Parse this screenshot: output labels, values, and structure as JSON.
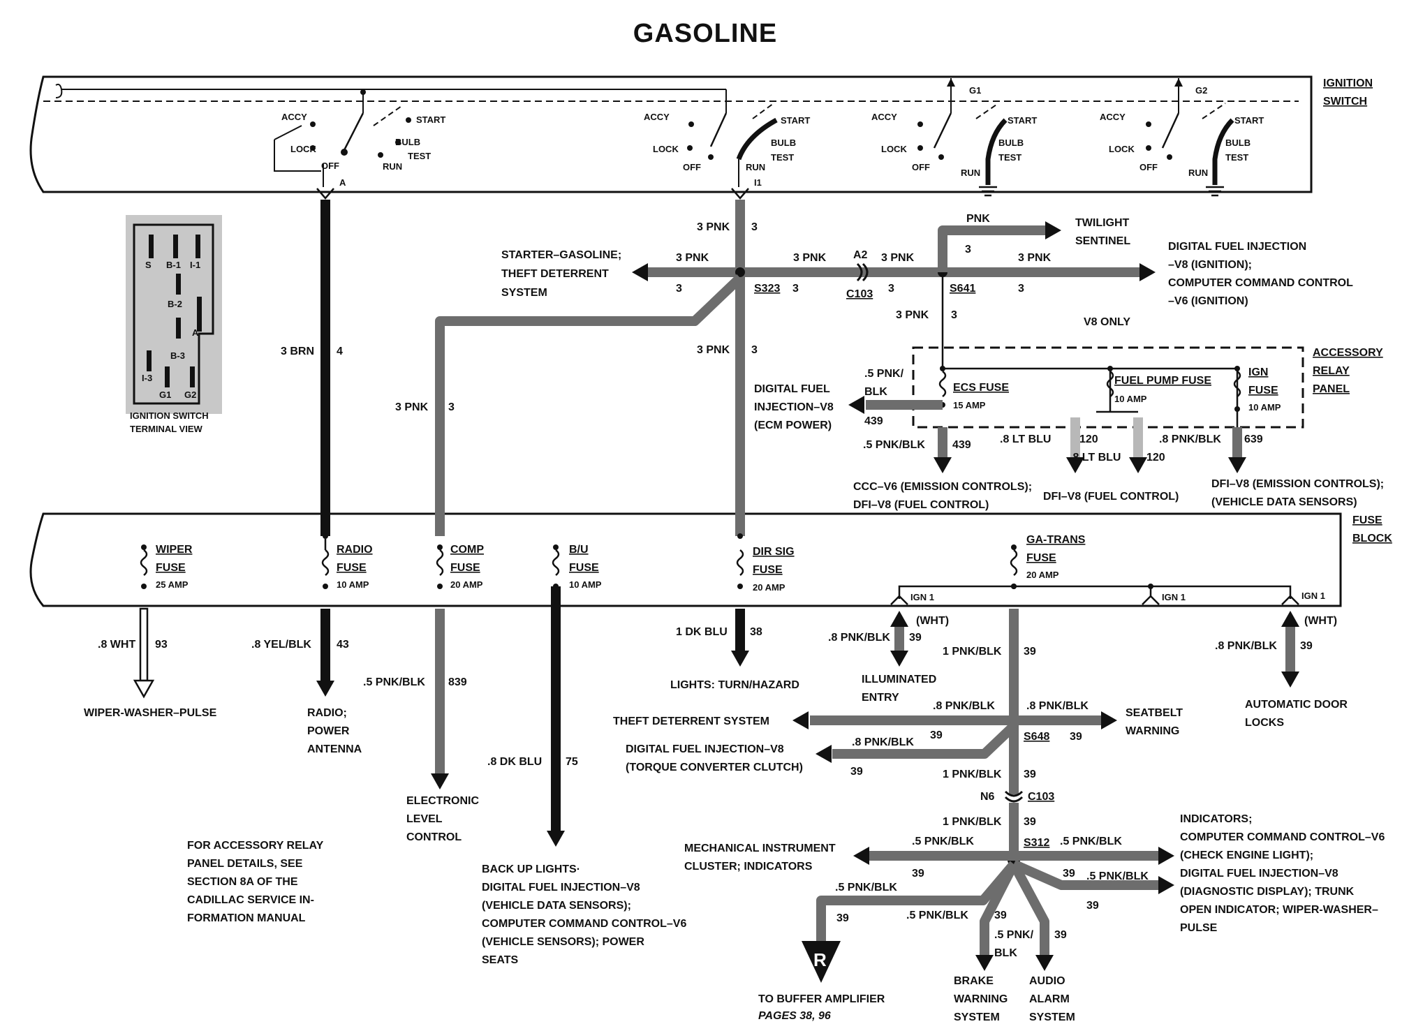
{
  "title": "GASOLINE",
  "ignition_switch": {
    "label_1": "IGNITION",
    "label_2": "SWITCH",
    "positions": {
      "accy": "ACCY",
      "lock": "LOCK",
      "off": "OFF",
      "run": "RUN",
      "start": "START",
      "bulb": "BULB",
      "test": "TEST"
    },
    "terminals": {
      "a": "A",
      "i1": "I1",
      "g1": "G1",
      "g2": "G2"
    }
  },
  "terminal_view": {
    "caption_1": "IGNITION SWITCH",
    "caption_2": "TERMINAL VIEW",
    "pins": [
      "S",
      "B-1",
      "I-1",
      "B-2",
      "A",
      "B-3",
      "I-3",
      "G1",
      "G2"
    ]
  },
  "accessory_relay_panel": {
    "label_1": "ACCESSORY",
    "label_2": "RELAY",
    "label_3": "PANEL",
    "v8_only": "V8 ONLY",
    "fuses": [
      {
        "name_1": "ECS FUSE",
        "rating": "15 AMP"
      },
      {
        "name_1": "FUEL PUMP FUSE",
        "rating": "10 AMP"
      },
      {
        "name_1": "IGN",
        "name_2": "FUSE",
        "rating": "10 AMP"
      }
    ]
  },
  "fuse_block": {
    "label_1": "FUSE",
    "label_2": "BLOCK",
    "fuses": [
      {
        "name_1": "WIPER",
        "name_2": "FUSE",
        "rating": "25 AMP"
      },
      {
        "name_1": "RADIO",
        "name_2": "FUSE",
        "rating": "10 AMP"
      },
      {
        "name_1": "COMP",
        "name_2": "FUSE",
        "rating": "20 AMP"
      },
      {
        "name_1": "B/U",
        "name_2": "FUSE",
        "rating": "10 AMP"
      },
      {
        "name_1": "DIR SIG",
        "name_2": "FUSE",
        "rating": "20 AMP"
      },
      {
        "name_1": "GA-TRANS",
        "name_2": "FUSE",
        "rating": "20 AMP"
      }
    ],
    "ign1": "IGN 1"
  },
  "splices": {
    "s323": "S323",
    "s641": "S641",
    "s648": "S648",
    "s312": "S312",
    "c103": "C103",
    "a2": "A2",
    "n6": "N6"
  },
  "wires": {
    "brn": "3 BRN",
    "brn_num": "4",
    "pnk": "3 PNK",
    "pnk_only": "PNK",
    "num3": "3",
    "pnk_blk_slash": ".5 PNK/",
    "blk": "BLK",
    "pnk_blk_5": ".5 PNK/BLK",
    "n439": "439",
    "lt_blu": ".8 LT BLU",
    "n120": "120",
    "pnk_blk_8": ".8 PNK/BLK",
    "n639": "639",
    "wht": ".8 WHT",
    "n93": "93",
    "yel_blk": ".8 YEL/BLK",
    "n43": "43",
    "n839": "839",
    "dk_blu_1": "1 DK BLU",
    "n38": "38",
    "dk_blu_8": ".8 DK BLU",
    "n75": "75",
    "pnk_blk_1": "1 PNK/BLK",
    "n39": "39",
    "wht_paren": "(WHT)"
  },
  "destinations": {
    "starter_1": "STARTER–GASOLINE;",
    "starter_2": "THEFT DETERRENT",
    "starter_3": "SYSTEM",
    "twilight_1": "TWILIGHT",
    "twilight_2": "SENTINEL",
    "dfi_ign_1": "DIGITAL FUEL INJECTION",
    "dfi_ign_2": "–V8 (IGNITION);",
    "dfi_ign_3": "COMPUTER COMMAND CONTROL",
    "dfi_ign_4": "–V6 (IGNITION)",
    "ecm_1": "DIGITAL FUEL",
    "ecm_2": "INJECTION–V8",
    "ecm_3": "(ECM POWER)",
    "ccc_1": "CCC–V6 (EMISSION CONTROLS);",
    "ccc_2": "DFI–V8 (FUEL CONTROL)",
    "dfi_fuel": "DFI–V8 (FUEL CONTROL)",
    "dfi_emis_1": "DFI–V8 (EMISSION CONTROLS);",
    "dfi_emis_2": "(VEHICLE DATA SENSORS)",
    "wiper": "WIPER-WASHER–PULSE",
    "radio_1": "RADIO;",
    "radio_2": "POWER",
    "radio_3": "ANTENNA",
    "elc_1": "ELECTRONIC",
    "elc_2": "LEVEL",
    "elc_3": "CONTROL",
    "lights": "LIGHTS: TURN/HAZARD",
    "illum_1": "ILLUMINATED",
    "illum_2": "ENTRY",
    "door_1": "AUTOMATIC DOOR",
    "door_2": "LOCKS",
    "theft": "THEFT DETERRENT SYSTEM",
    "seatbelt_1": "SEATBELT",
    "seatbelt_2": "WARNING",
    "tcc_1": "DIGITAL FUEL INJECTION–V8",
    "tcc_2": "(TORQUE CONVERTER CLUTCH)",
    "backup_1": "BACK UP LIGHTS·",
    "backup_2": "DIGITAL FUEL INJECTION–V8",
    "backup_3": "(VEHICLE DATA SENSORS);",
    "backup_4": "COMPUTER COMMAND CONTROL–V6",
    "backup_5": "(VEHICLE SENSORS); POWER",
    "backup_6": "SEATS",
    "mech_1": "MECHANICAL INSTRUMENT",
    "mech_2": "CLUSTER; INDICATORS",
    "ind_1": "INDICATORS;",
    "ind_2": "COMPUTER COMMAND CONTROL–V6",
    "ind_3": "(CHECK ENGINE LIGHT);",
    "ind_4": "DIGITAL FUEL INJECTION–V8",
    "ind_5": "(DIAGNOSTIC DISPLAY); TRUNK",
    "ind_6": "OPEN INDICATOR; WIPER-WASHER–",
    "ind_7": "PULSE",
    "buffer_1": "TO BUFFER AMPLIFIER",
    "buffer_2": "PAGES 38, 96",
    "buffer_r": "R",
    "brake_1": "BRAKE",
    "brake_2": "WARNING",
    "brake_3": "SYSTEM",
    "audio_1": "AUDIO",
    "audio_2": "ALARM",
    "audio_3": "SYSTEM"
  },
  "note": [
    "FOR ACCESSORY RELAY",
    "PANEL DETAILS, SEE",
    "SECTION 8A OF THE",
    "CADILLAC SERVICE IN-",
    "FORMATION MANUAL"
  ]
}
